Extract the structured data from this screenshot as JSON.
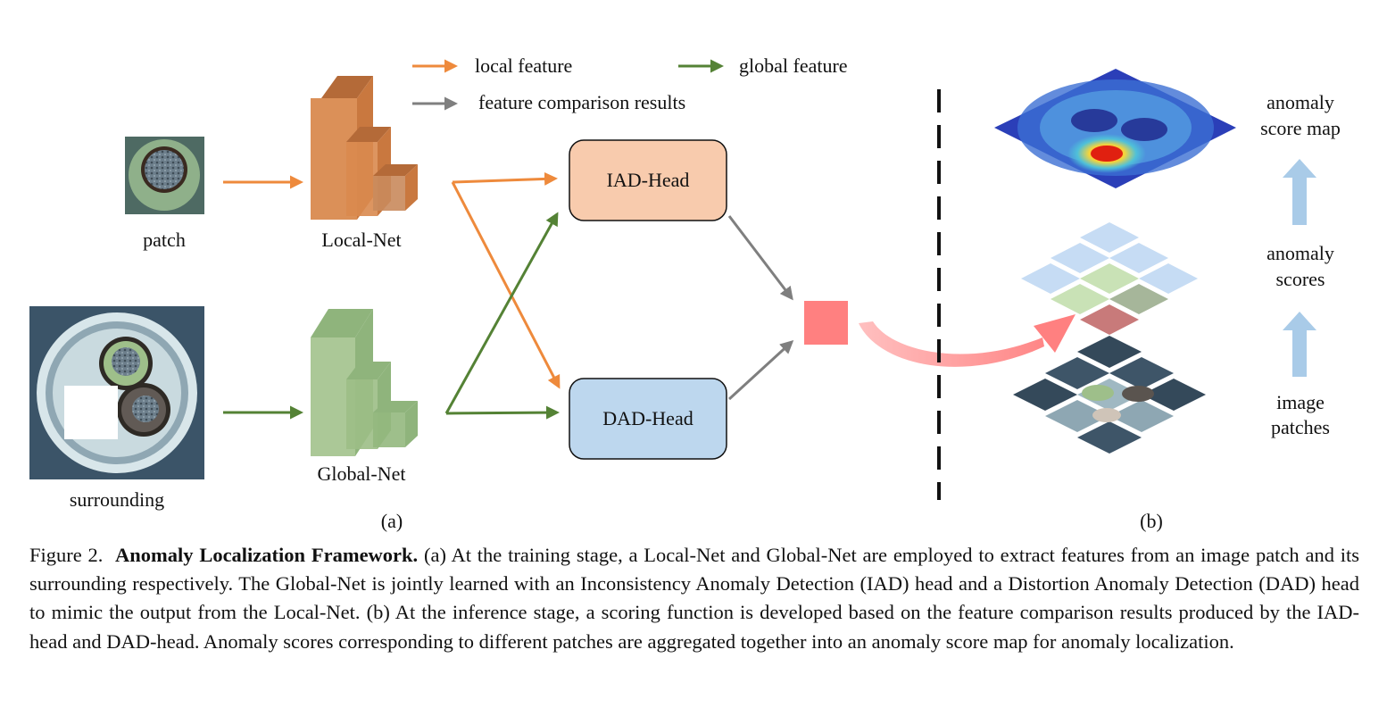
{
  "legend": {
    "local": "local feature",
    "global": "global feature",
    "comparison": "feature comparison results"
  },
  "labels": {
    "patch": "patch",
    "surrounding": "surrounding",
    "local_net": "Local-Net",
    "global_net": "Global-Net",
    "iad_head": "IAD-Head",
    "dad_head": "DAD-Head",
    "anomaly_score_map": [
      "anomaly",
      "score map"
    ],
    "anomaly_scores": [
      "anomaly",
      "scores"
    ],
    "image_patches": [
      "image",
      "patches"
    ],
    "panel_a": "(a)",
    "panel_b": "(b)"
  },
  "caption": {
    "prefix": "Figure 2.",
    "title": "Anomaly Localization Framework.",
    "body": " (a) At the training stage, a Local-Net and Global-Net are employed to extract features from an image patch and its surrounding respectively. The Global-Net is jointly learned with an Inconsistency Anomaly Detection (IAD) head and a Distortion Anomaly Detection (DAD) head to mimic the output from the Local-Net. (b) At the inference stage, a scoring function is developed based on the feature comparison results produced by the IAD-head and DAD-head. Anomaly scores corresponding to different patches are aggregated together into an anomaly score map for anomaly localization."
  },
  "colors": {
    "local": "#ee8a3c",
    "global": "#548235",
    "comparison": "#7f7f7f",
    "iad_fill": "#f8cbad",
    "dad_fill": "#bdd7ee",
    "result": "#ff8080",
    "up_arrow": "#a9cbe8"
  }
}
